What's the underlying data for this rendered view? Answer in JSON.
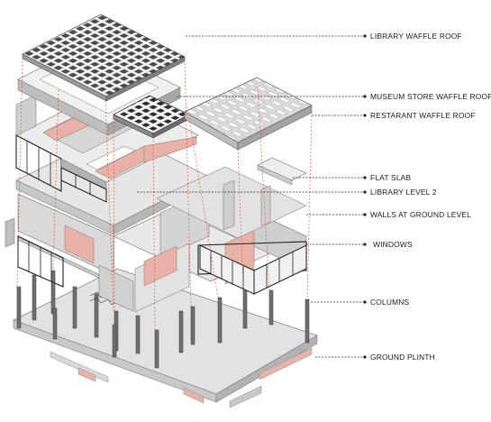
{
  "labels": [
    {
      "id": "library-waffle-roof",
      "text": "LIBRARY WAFFLE ROOF"
    },
    {
      "id": "museum-store-waffle-roof",
      "text": "MUSEUM STORE WAFFLE ROOF"
    },
    {
      "id": "restaurant-waffle-roof",
      "text": "RESTARANT WAFFLE ROOF"
    },
    {
      "id": "flat-slab",
      "text": "FLAT SLAB"
    },
    {
      "id": "library-level-2",
      "text": "LIBRARY LEVEL 2"
    },
    {
      "id": "walls-at-ground-level",
      "text": "WALLS AT GROUND LEVEL"
    },
    {
      "id": "windows",
      "text": "WINDOWS"
    },
    {
      "id": "columns",
      "text": "COLUMNS"
    },
    {
      "id": "ground-plinth",
      "text": "GROUND PLINTH"
    }
  ],
  "colors": {
    "accent": "#e8b2a8",
    "guide": "#d9493a",
    "concrete_light": "#ececec",
    "concrete_mid": "#d3d3d3",
    "concrete_dark": "#a9a9a9",
    "glass": "#3a3a3a"
  }
}
